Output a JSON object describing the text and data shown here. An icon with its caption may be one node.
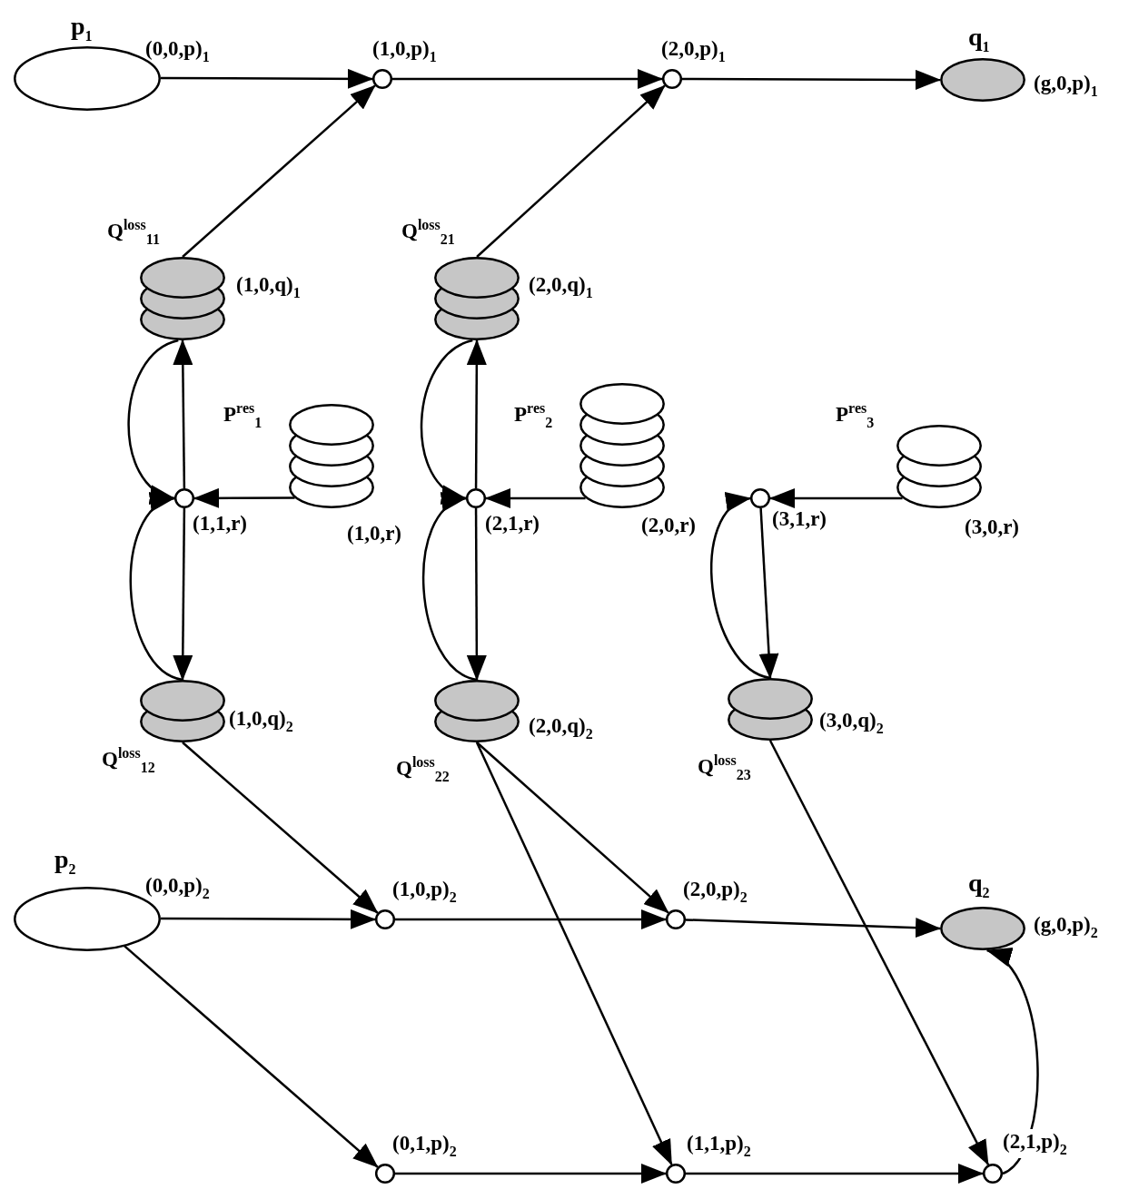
{
  "diagram": {
    "nodes": [
      {
        "text": [
          "p$_{1}$",
          "(0,0,p)$_{1}$"
        ]
      },
      {
        "text": [
          "(1,0,p)$_{1}$"
        ]
      },
      {
        "text": [
          "(2,0,p)$_{1}$"
        ]
      },
      {
        "text": [
          "q$_{1}$",
          "(g,0,p)$_{1}$"
        ]
      },
      {
        "text": [
          "Q$^{loss}$$_{11}$",
          "(1,0,q)$_{1}$"
        ]
      },
      {
        "text": [
          "Q$^{loss}$$_{21}$",
          "(2,0,q)$_{1}$"
        ]
      },
      {
        "text": [
          "P$^{res}$$_{1}$",
          "(1,0,r)"
        ]
      },
      {
        "text": [
          "(1,1,r)"
        ]
      },
      {
        "text": [
          "P$^{res}$$_{2}$",
          "(2,0,r)"
        ]
      },
      {
        "text": [
          "(2,1,r)"
        ]
      },
      {
        "text": [
          "P$^{res}$$_{3}$",
          "(3,0,r)"
        ]
      },
      {
        "text": [
          "(3,1,r)"
        ]
      },
      {
        "text": [
          "(1,0,q)$_{2}$",
          "Q$^{loss}$$_{12}$"
        ]
      },
      {
        "text": [
          "(2,0,q)$_{2}$",
          "Q$^{loss}$$_{22}$"
        ]
      },
      {
        "text": [
          "(3,0,q)$_{2}$",
          "Q$^{loss}$$_{23}$"
        ]
      },
      {
        "text": [
          "p$_{2}$",
          "(0,0,p)$_{2}$"
        ]
      },
      {
        "text": [
          "(1,0,p)$_{2}$"
        ]
      },
      {
        "text": [
          "(2,0,p)$_{2}$"
        ]
      },
      {
        "text": [
          "q$_{2}$",
          "(g,0,p)$_{2}$"
        ]
      },
      {
        "text": [
          "(0,1,p)$_{2}$"
        ]
      },
      {
        "text": [
          "(1,1,p)$_{2}$"
        ]
      },
      {
        "text": [
          "(2,1,p)$_{2}$"
        ]
      }
    ],
    "edges": [
      {
        "from": 0,
        "to": 1,
        "arrow": "to"
      },
      {
        "from": 1,
        "to": 2,
        "arrow": "to"
      },
      {
        "from": 2,
        "to": 3,
        "arrow": "to"
      },
      {
        "from": 4,
        "to": 1,
        "arrow": "to"
      },
      {
        "from": 5,
        "to": 2,
        "arrow": "to"
      },
      {
        "from": 7,
        "to": 4,
        "arrow": "to"
      },
      {
        "from": 4,
        "to": 7,
        "arrow": "to"
      },
      {
        "from": 6,
        "to": 7,
        "arrow": "to"
      },
      {
        "from": 7,
        "to": 12,
        "arrow": "to"
      },
      {
        "from": 12,
        "to": 7,
        "arrow": "to"
      },
      {
        "from": 9,
        "to": 5,
        "arrow": "to"
      },
      {
        "from": 5,
        "to": 9,
        "arrow": "to"
      },
      {
        "from": 8,
        "to": 9,
        "arrow": "to"
      },
      {
        "from": 9,
        "to": 13,
        "arrow": "to"
      },
      {
        "from": 13,
        "to": 9,
        "arrow": "to"
      },
      {
        "from": 10,
        "to": 11,
        "arrow": "to"
      },
      {
        "from": 11,
        "to": 14,
        "arrow": "to"
      },
      {
        "from": 14,
        "to": 11,
        "arrow": "to"
      },
      {
        "from": 12,
        "to": 16,
        "arrow": "to"
      },
      {
        "from": 13,
        "to": 17,
        "arrow": "to"
      },
      {
        "from": 13,
        "to": 20,
        "arrow": "to"
      },
      {
        "from": 14,
        "to": 21,
        "arrow": "to"
      },
      {
        "from": 15,
        "to": 16,
        "arrow": "to"
      },
      {
        "from": 15,
        "to": 19,
        "arrow": "to"
      },
      {
        "from": 16,
        "to": 17,
        "arrow": "to"
      },
      {
        "from": 17,
        "to": 18,
        "arrow": "to"
      },
      {
        "from": 19,
        "to": 20,
        "arrow": "to"
      },
      {
        "from": 20,
        "to": 21,
        "arrow": "to"
      },
      {
        "from": 21,
        "to": 18,
        "arrow": "to"
      }
    ]
  }
}
